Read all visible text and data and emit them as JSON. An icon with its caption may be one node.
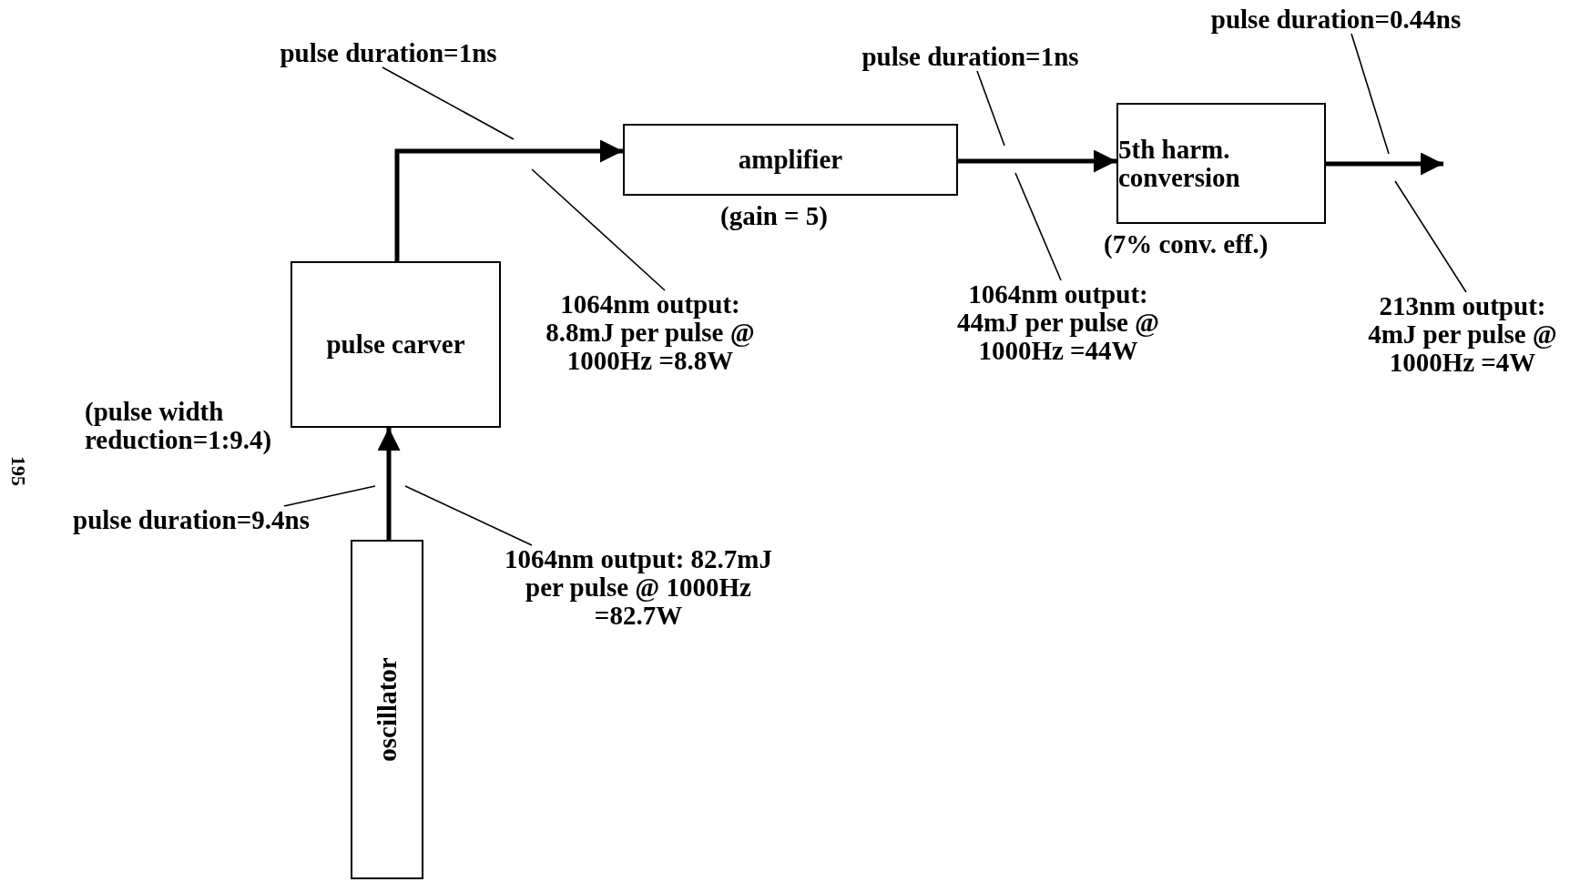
{
  "diagram": {
    "nodes": [
      {
        "text": [
          "pulse duration=0.44ns"
        ]
      },
      {
        "text": [
          "pulse duration=1ns"
        ]
      },
      {
        "text": [
          "pulse duration=1ns"
        ]
      },
      {
        "text": [
          "5th harm. conversion"
        ],
        "beside": [
          "(7% conv. eff.)"
        ]
      },
      {
        "text": [
          "amplifier"
        ],
        "beside": [
          "(gain = 5)"
        ]
      },
      {
        "text": [
          "pulse carver"
        ],
        "beside": [
          "(pulse width reduction=1:9.4)"
        ]
      },
      {
        "text": [
          "1064nm output: 44mJ per pulse @ 1000Hz =44W"
        ]
      },
      {
        "text": [
          "1064nm output: 8.8mJ per pulse @ 1000Hz =8.8W"
        ]
      },
      {
        "text": [
          "213nm output: 4mJ per pulse @ 1000Hz =4W"
        ]
      },
      {
        "text": [
          "pulse duration=9.4ns"
        ]
      },
      {
        "text": [
          "oscillator"
        ]
      },
      {
        "text": [
          "1064nm output: 82.7mJ per pulse @ 1000Hz =82.7W"
        ]
      }
    ],
    "edges": [
      {
        "from": 10,
        "to": 5,
        "arrow": "to",
        "style": "thick"
      },
      {
        "from": 5,
        "to": 4,
        "arrow": "to",
        "style": "thick"
      },
      {
        "from": 4,
        "to": 3,
        "arrow": "to",
        "style": "thick"
      },
      {
        "from": 3,
        "to": null,
        "arrow": "to",
        "style": "thick"
      },
      {
        "from": 1,
        "to": null,
        "arrow": "none"
      },
      {
        "from": 2,
        "to": null,
        "arrow": "none"
      },
      {
        "from": 0,
        "to": null,
        "arrow": "none"
      },
      {
        "from": 6,
        "to": null,
        "arrow": "none"
      },
      {
        "from": 7,
        "to": null,
        "arrow": "none"
      },
      {
        "from": 8,
        "to": null,
        "arrow": "none"
      },
      {
        "from": 9,
        "to": null,
        "arrow": "none"
      },
      {
        "from": 11,
        "to": null,
        "arrow": "none"
      }
    ],
    "labels": [
      "195"
    ]
  }
}
